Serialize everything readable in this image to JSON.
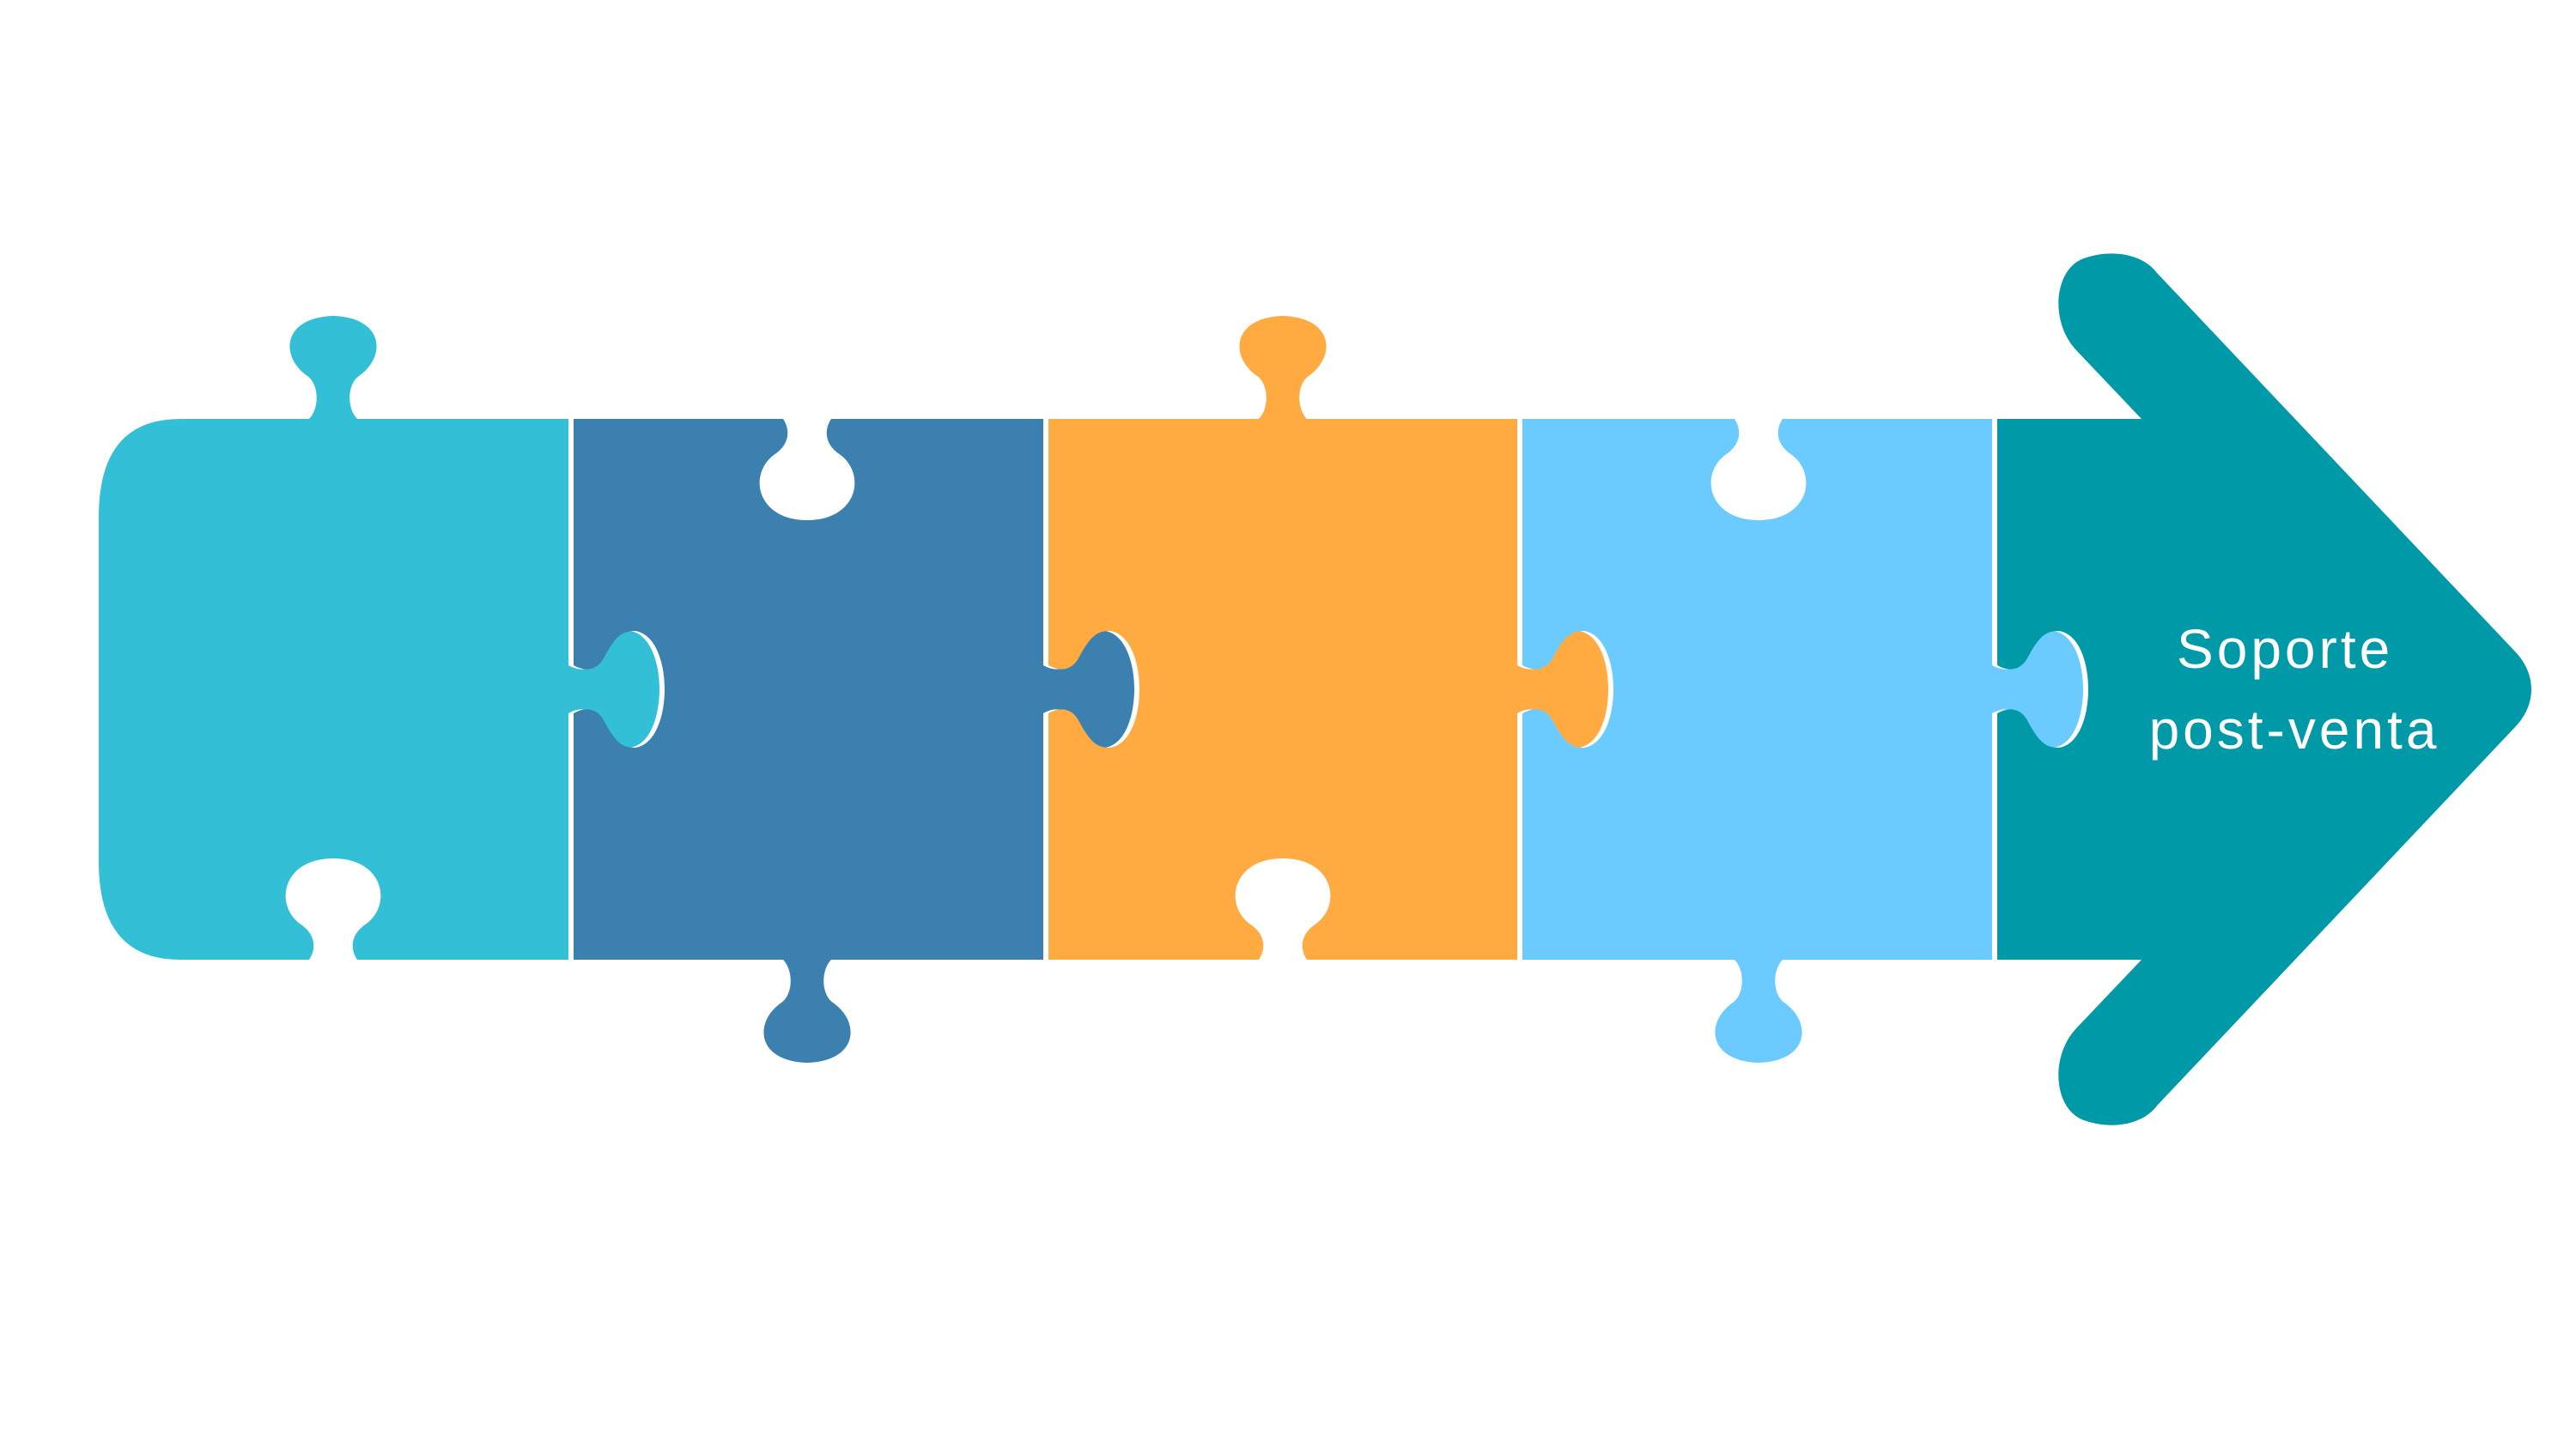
{
  "diagram": {
    "type": "puzzle-arrow-process",
    "pieces": [
      {
        "id": "step-1",
        "color": "#33bfd6",
        "label": ""
      },
      {
        "id": "step-2",
        "color": "#3b80af",
        "label": ""
      },
      {
        "id": "step-3",
        "color": "#ffab42",
        "label": ""
      },
      {
        "id": "step-4",
        "color": "#6ccbfe",
        "label": ""
      },
      {
        "id": "step-5",
        "color": "#0099a7",
        "label_lines": [
          "Soporte",
          "post-venta"
        ]
      }
    ]
  }
}
